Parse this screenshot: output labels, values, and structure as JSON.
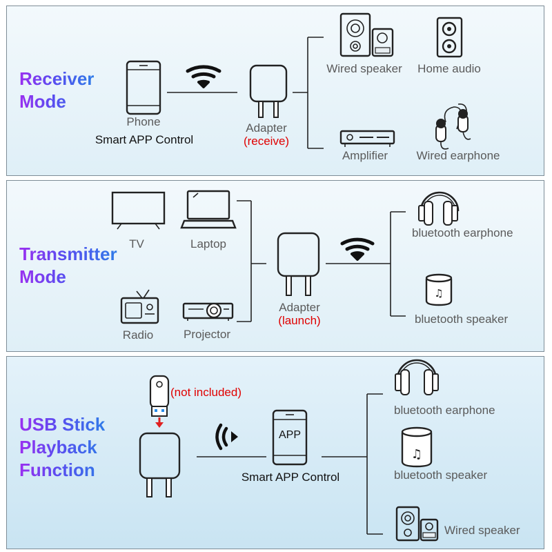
{
  "receiver": {
    "mode_lines": [
      "Receiver",
      "Mode"
    ],
    "phone_label": "Phone",
    "app_control": "Smart APP Control",
    "adapter_label": "Adapter",
    "adapter_role": "(receive)",
    "outputs": {
      "wired_speaker": "Wired speaker",
      "home_audio": "Home audio",
      "amplifier": "Amplifier",
      "wired_earphone": "Wired earphone"
    }
  },
  "transmitter": {
    "mode_lines": [
      "Transmitter",
      "Mode"
    ],
    "sources": {
      "tv": "TV",
      "laptop": "Laptop",
      "radio": "Radio",
      "projector": "Projector"
    },
    "adapter_label": "Adapter",
    "adapter_role": "(launch)",
    "outputs": {
      "bt_earphone": "bluetooth earphone",
      "bt_speaker": "bluetooth speaker"
    }
  },
  "usb": {
    "mode_lines": [
      "USB Stick",
      "Playback",
      "Function"
    ],
    "not_included": "(not included)",
    "app_icon_text": "APP",
    "app_control": "Smart APP Control",
    "outputs": {
      "bt_earphone": "bluetooth earphone",
      "bt_speaker": "bluetooth speaker",
      "wired_speaker": "Wired speaker"
    }
  },
  "colors": {
    "mode_gradient": [
      "#9a2ff0",
      "#5a4cf0",
      "#2f7be8"
    ],
    "label_gray": "#5a5a5a",
    "highlight_red": "#e00000",
    "usb_arrow_red": "#e02020",
    "usb_led_blue": "#2a8ce8"
  }
}
